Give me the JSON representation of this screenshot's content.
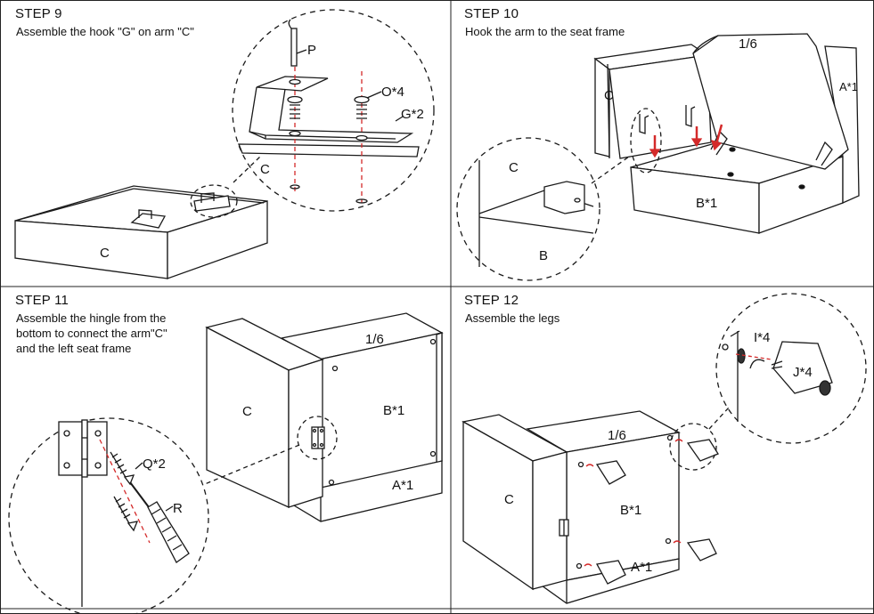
{
  "steps": [
    {
      "title": "STEP 9",
      "description": "Assemble the hook \"G\" on arm \"C\"",
      "labels": {
        "arm_main": "C",
        "arm_detail": "C",
        "pin": "P",
        "bolt": "O*4",
        "hook": "G*2"
      }
    },
    {
      "title": "STEP 10",
      "description": "Hook the arm to the seat frame",
      "labels": {
        "arm": "C",
        "lid_fraction": "1/6",
        "frame_a": "A*1",
        "frame_b": "B*1",
        "detail_arm": "C",
        "detail_frame": "B"
      }
    },
    {
      "title": "STEP 11",
      "description_lines": [
        "Assemble the hingle from the",
        "bottom to connect the arm\"C\"",
        "and the left seat frame"
      ],
      "labels": {
        "arm": "C",
        "lid_fraction": "1/6",
        "frame_b": "B*1",
        "frame_a": "A*1",
        "screw": "Q*2",
        "screwdriver": "R"
      }
    },
    {
      "title": "STEP 12",
      "description": "Assemble the legs",
      "labels": {
        "arm": "C",
        "lid_fraction": "1/6",
        "frame_b": "B*1",
        "frame_a": "A*1",
        "bolt": "I*4",
        "leg": "J*4"
      }
    }
  ],
  "colors": {
    "line": "#1a1a1a",
    "guide": "#d42a2a",
    "arrow": "#d42a2a",
    "grid": "#222222"
  }
}
